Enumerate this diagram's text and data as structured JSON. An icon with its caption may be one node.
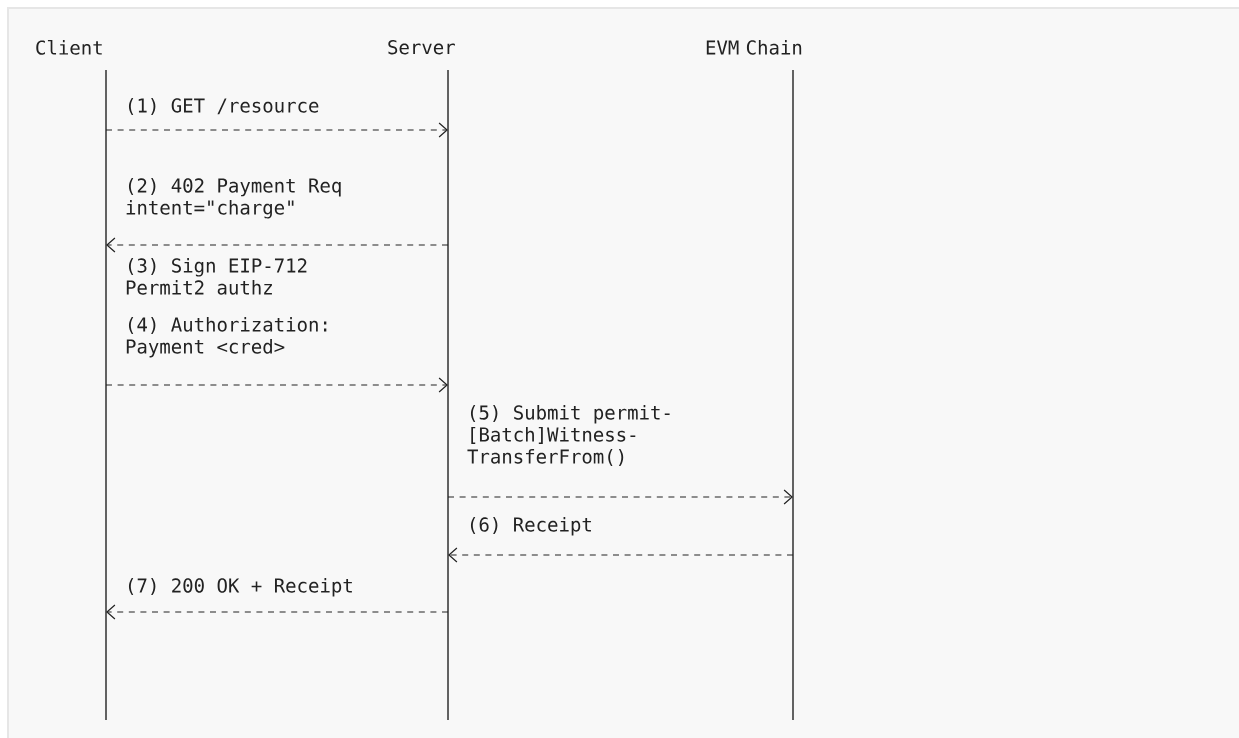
{
  "diagram": {
    "nodes": [
      {
        "text": [
          "Client"
        ]
      },
      {
        "text": [
          "Server"
        ]
      },
      {
        "text": [
          "EVM Chain"
        ]
      }
    ],
    "edges": [
      {
        "from": 0,
        "to": 1,
        "arrow": "to",
        "label": "(1) GET /resource"
      },
      {
        "from": 1,
        "to": 0,
        "arrow": "to",
        "label": "(2) 402 Payment Req intent=\"charge\""
      },
      {
        "from": 0,
        "to": 1,
        "arrow": "to",
        "label": "(4) Authorization: Payment <cred>"
      },
      {
        "from": 1,
        "to": 2,
        "arrow": "to",
        "label": "(5) Submit permit- [Batch]Witness- TransferFrom()"
      },
      {
        "from": 2,
        "to": 1,
        "arrow": "to",
        "label": "(6) Receipt"
      },
      {
        "from": 1,
        "to": 0,
        "arrow": "to",
        "label": "(7) 200 OK + Receipt"
      }
    ],
    "labels": [
      "(3) Sign EIP-712 Permit2 authz"
    ]
  }
}
